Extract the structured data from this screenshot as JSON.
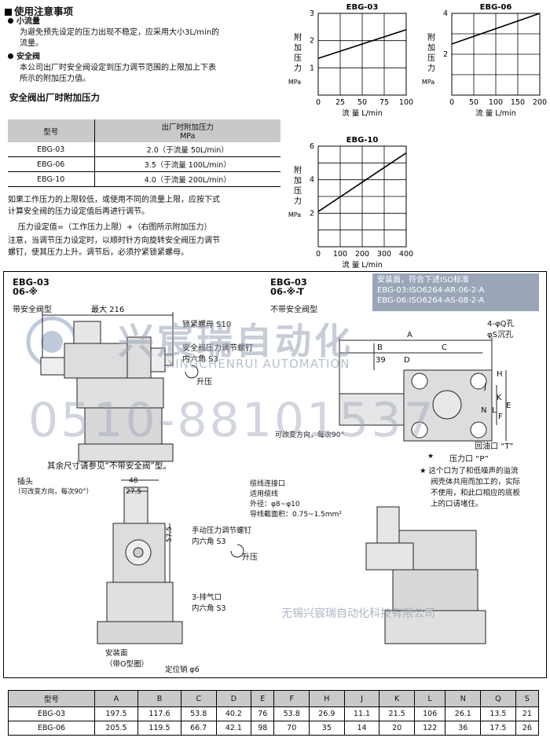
{
  "notes": {
    "title": "使用注意事项",
    "small_flow": {
      "heading": "小流量",
      "lines": [
        "为避免预先设定的压力出现不稳定，应采用大小3L/min的",
        "流量。"
      ]
    },
    "safety_valve": {
      "heading": "安全阀",
      "lines": [
        "本公司出厂时安全阀设定到压力调节范围的上限加上下表",
        "所示的附加压力值。"
      ]
    },
    "table_title": "安全阀出厂时附加压力",
    "table": {
      "headers": [
        "型号",
        "出厂时附加压力",
        "MPa"
      ],
      "rows": [
        [
          "EBG-03",
          "2.0（于流量  50L/min）"
        ],
        [
          "EBG-06",
          "3.5（于流量  100L/min）"
        ],
        [
          "EBG-10",
          "4.0（于流量  200L/min）"
        ]
      ]
    },
    "para": [
      "如果工作压力的上限较低，或使用不同的流量上限，应按下式",
      "计算安全阀的压力设定值后再进行调节。",
      "    压力设定值=（工作压力上限）+（右图所示附加压力）",
      "注意，当调节压力设定时，以顺时针方向旋转安全阀压力调节",
      "螺钉，使其压力上升。调节后，必须拧紧锁紧螺母。"
    ]
  },
  "chart_data": [
    {
      "type": "line",
      "title": "EBG-03",
      "xlabel": "流 量 L/min",
      "ylabel": "附加压力 MPa",
      "xlim": [
        0,
        100
      ],
      "ylim": [
        0,
        3
      ],
      "xticks": [
        "0",
        "25",
        "50",
        "75",
        "100"
      ],
      "yticks": [
        "1",
        "2",
        "3"
      ],
      "grid": true,
      "series": [
        {
          "x": [
            0,
            100
          ],
          "y": [
            1.35,
            2.4
          ]
        }
      ]
    },
    {
      "type": "line",
      "title": "EBG-06",
      "xlabel": "流 量 L/min",
      "ylabel": "附加压力 MPa",
      "xlim": [
        0,
        200
      ],
      "ylim": [
        0,
        4
      ],
      "xticks": [
        "0",
        "50",
        "100",
        "150",
        "200"
      ],
      "yticks": [
        "2",
        "4"
      ],
      "grid": true,
      "series": [
        {
          "x": [
            0,
            200
          ],
          "y": [
            2.5,
            4.0
          ]
        }
      ]
    },
    {
      "type": "line",
      "title": "EBG-10",
      "xlabel": "流 量 L/min",
      "ylabel": "附加压力 MPa",
      "xlim": [
        0,
        400
      ],
      "ylim": [
        0,
        6
      ],
      "xticks": [
        "0",
        "100",
        "200",
        "300",
        "400"
      ],
      "yticks": [
        "2",
        "4",
        "6"
      ],
      "grid": true,
      "series": [
        {
          "x": [
            0,
            400
          ],
          "y": [
            2.1,
            5.6
          ]
        }
      ]
    }
  ],
  "drawings": {
    "left": {
      "model": "EBG-03\n06-※",
      "caption": "带安全阀型",
      "max": "最大 216",
      "lock_nut": "锁紧螺母 S10",
      "screw1": "安全阀压力调节螺钉",
      "hex1": "内六角 S3",
      "rise": "升压",
      "refer": "其余尺寸请参见“不带安全阀”型。",
      "plug": "插头",
      "plug_note": "（可改变方向，每次90°）",
      "d48": "48",
      "d275": "27.5",
      "d575": "57.5",
      "manual": "手动压力调节螺钉",
      "hex2": "内六角 S3",
      "rise2": "升压",
      "vent": "3-排气口",
      "hex3": "内六角 S3",
      "mount": "安装面",
      "oring": "（带O型圈）",
      "pin": "定位销 φ6"
    },
    "right": {
      "model": "EBG-03\n06-※-T",
      "caption": "不带安全阀型",
      "iso_title": "安装面，符合下述ISO标准",
      "iso1": "EBG-03:ISO6264-AR-06-2-A",
      "iso2": "EBG-06:ISO6264-AS-08-2-A",
      "holes": "4-φQ孔",
      "counter": "φS沉孔",
      "dims": [
        "A",
        "B",
        "C",
        "D",
        "H",
        "J",
        "K",
        "N",
        "L",
        "E",
        "F"
      ],
      "d39": "39",
      "rotatable": "可改变方向，每次90°",
      "return": "回油口 “T”",
      "press": "压力口 “P”",
      "note": [
        "★ 这个口为了和低噪声的溢流",
        "阀壳体共用而加工的，实际",
        "不使用，和此口相应的底板",
        "上的口请堵住。"
      ],
      "cable": "缆线连接口",
      "cable2": "适用缆线",
      "od": "外径：φ8~φ10",
      "area": "导线截面积：0.75~1.5mm²"
    },
    "watermark": {
      "brand": "兴宸瑞自动化",
      "en": "XINGCHENRUI AUTOMATION",
      "phone": "0510-88101537",
      "footer": "无锡兴宸瑞自动化科技有限公司"
    }
  },
  "dim_table": {
    "headers": [
      "型号",
      "A",
      "B",
      "C",
      "D",
      "E",
      "F",
      "H",
      "J",
      "K",
      "L",
      "N",
      "Q",
      "S"
    ],
    "rows": [
      [
        "EBG-03",
        "197.5",
        "117.6",
        "53.8",
        "40.2",
        "76",
        "53.8",
        "26.9",
        "11.1",
        "21.5",
        "106",
        "26.1",
        "13.5",
        "21"
      ],
      [
        "EBG-06",
        "205.5",
        "119.5",
        "66.7",
        "42.1",
        "98",
        "70",
        "35",
        "14",
        "20",
        "122",
        "36",
        "17.5",
        "26"
      ]
    ]
  },
  "colors": {
    "watermark": "#9aa5b8",
    "table_header": "#c9c9c9"
  }
}
